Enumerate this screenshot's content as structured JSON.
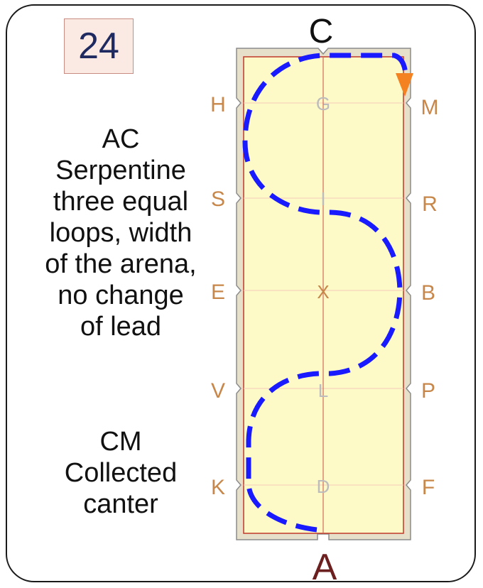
{
  "test_number": "24",
  "movements": [
    {
      "lines": [
        "AC",
        "Serpentine",
        "three equal",
        "loops, width",
        "of the arena,",
        "no change",
        "of lead"
      ]
    },
    {
      "lines": [
        "CM",
        "Collected",
        "canter"
      ]
    }
  ],
  "arena": {
    "end_letters": {
      "top": "C",
      "bottom": "A"
    },
    "left_letters": [
      "H",
      "S",
      "E",
      "V",
      "K"
    ],
    "right_letters": [
      "M",
      "R",
      "B",
      "P",
      "F"
    ],
    "centerline_letters": [
      "G",
      "I",
      "X",
      "L",
      "D"
    ]
  },
  "colors": {
    "arena_fill": "#fefac8",
    "arena_border": "#c0392b",
    "letter_color": "#c8874a",
    "centerline_letter_color": "#bcbcbc",
    "path_color": "#1a1aff",
    "arrow_color": "#f58220",
    "number_box_fill": "#fbe9e4"
  }
}
